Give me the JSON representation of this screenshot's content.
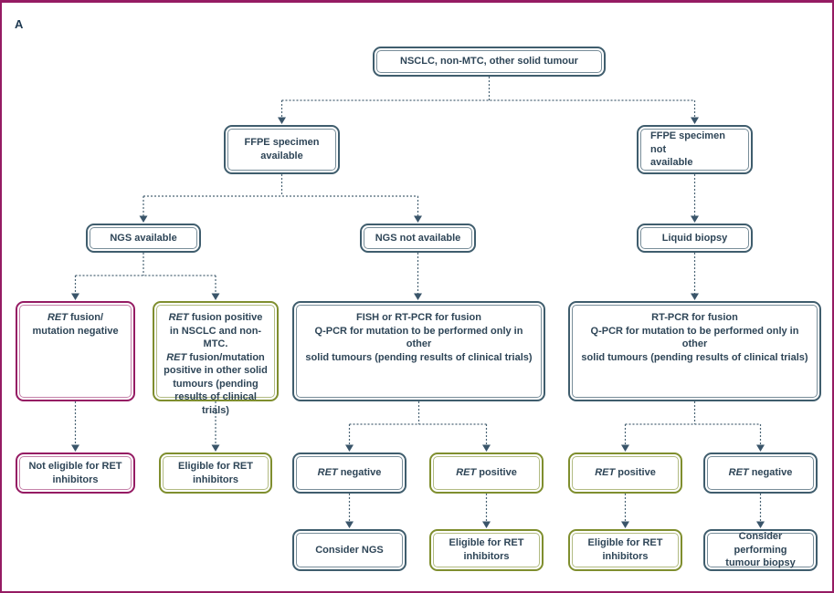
{
  "panel_label": "A",
  "colors": {
    "frame": "#951b63",
    "teal_border": "#3f5d6d",
    "magenta_border": "#951b63",
    "olive_border": "#7f8e2e",
    "connector": "#4a6475",
    "text": "#2e4557"
  },
  "nodes": {
    "root": [
      {
        "text": "NSCLC, non-MTC, other solid tumour"
      }
    ],
    "ffpe_available": [
      {
        "text": "FFPE specimen"
      },
      {
        "br": true
      },
      {
        "text": "available"
      }
    ],
    "ffpe_not_available": [
      {
        "text": "FFPE specimen not"
      },
      {
        "br": true
      },
      {
        "text": "available"
      }
    ],
    "ngs_available": [
      {
        "text": "NGS available"
      }
    ],
    "ngs_not_available": [
      {
        "text": "NGS not available"
      }
    ],
    "liquid_biopsy": [
      {
        "text": "Liquid biopsy"
      }
    ],
    "ret_negative_main": [
      {
        "text": "RET",
        "italic": true
      },
      {
        "text": " fusion/"
      },
      {
        "br": true
      },
      {
        "text": "mutation negative"
      }
    ],
    "ret_positive_main": [
      {
        "text": "RET",
        "italic": true
      },
      {
        "text": " fusion positive"
      },
      {
        "br": true
      },
      {
        "text": "in NSCLC and non-MTC."
      },
      {
        "br": true
      },
      {
        "text": "RET",
        "italic": true
      },
      {
        "text": " fusion/mutation"
      },
      {
        "br": true
      },
      {
        "text": "positive in other solid"
      },
      {
        "br": true
      },
      {
        "text": "tumours (pending"
      },
      {
        "br": true
      },
      {
        "text": "results of clinical trials)"
      }
    ],
    "fish_box": [
      {
        "text": "FISH or RT-PCR for fusion"
      },
      {
        "br": true
      },
      {
        "text": "Q-PCR for mutation to be performed only in other"
      },
      {
        "br": true
      },
      {
        "text": "solid tumours (pending results of clinical trials)"
      }
    ],
    "rtpcr_box": [
      {
        "text": "RT-PCR for fusion"
      },
      {
        "br": true
      },
      {
        "text": "Q-PCR for mutation to be performed only in other"
      },
      {
        "br": true
      },
      {
        "text": "solid tumours (pending results of clinical trials)"
      }
    ],
    "not_eligible": [
      {
        "text": "Not eligible for RET"
      },
      {
        "br": true
      },
      {
        "text": "inhibitors"
      }
    ],
    "eligible_left": [
      {
        "text": "Eligible for RET"
      },
      {
        "br": true
      },
      {
        "text": "inhibitors"
      }
    ],
    "ret_negative_1": [
      {
        "text": "RET",
        "italic": true
      },
      {
        "text": " negative"
      }
    ],
    "ret_positive_1": [
      {
        "text": "RET",
        "italic": true
      },
      {
        "text": " positive"
      }
    ],
    "ret_positive_2": [
      {
        "text": "RET",
        "italic": true
      },
      {
        "text": " positive"
      }
    ],
    "ret_negative_2": [
      {
        "text": "RET",
        "italic": true
      },
      {
        "text": " negative"
      }
    ],
    "consider_ngs": [
      {
        "text": "Consider NGS"
      }
    ],
    "eligible_1": [
      {
        "text": "Eligible for RET"
      },
      {
        "br": true
      },
      {
        "text": "inhibitors"
      }
    ],
    "eligible_2": [
      {
        "text": "Eligible for RET"
      },
      {
        "br": true
      },
      {
        "text": "inhibitors"
      }
    ],
    "consider_biopsy": [
      {
        "text": "Consider performing"
      },
      {
        "br": true
      },
      {
        "text": "tumour biopsy"
      }
    ]
  }
}
